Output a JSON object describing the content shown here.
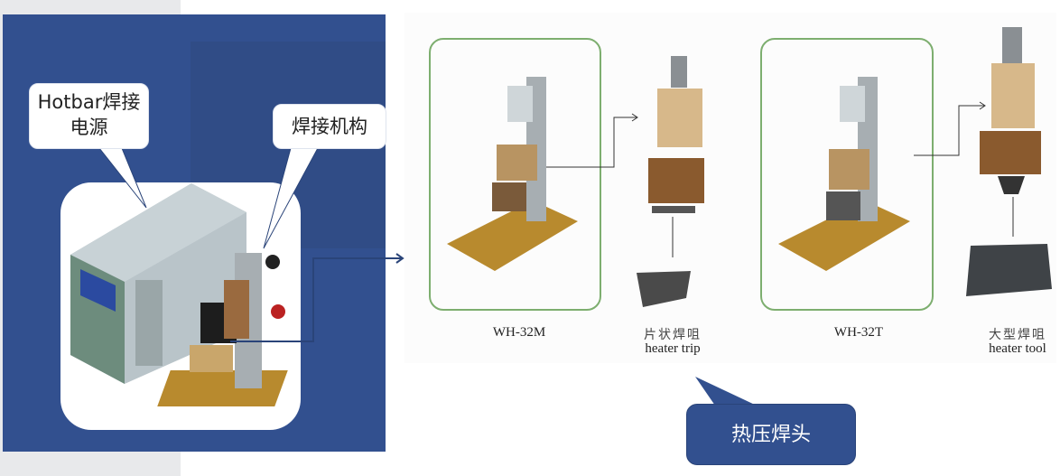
{
  "callouts": {
    "power_supply": "Hotbar焊接电源",
    "welding_mechanism": "焊接机构",
    "hot_press_head": "热压焊头"
  },
  "products": [
    {
      "model": "WH-32M"
    },
    {
      "name_cn": "片状焊咀",
      "name_en": "heater trip"
    },
    {
      "model": "WH-32T"
    },
    {
      "name_cn": "大型焊咀",
      "name_en": "heater tool"
    }
  ],
  "colors": {
    "panel_blue": "#32508f",
    "green_frame": "#7dae6f"
  }
}
